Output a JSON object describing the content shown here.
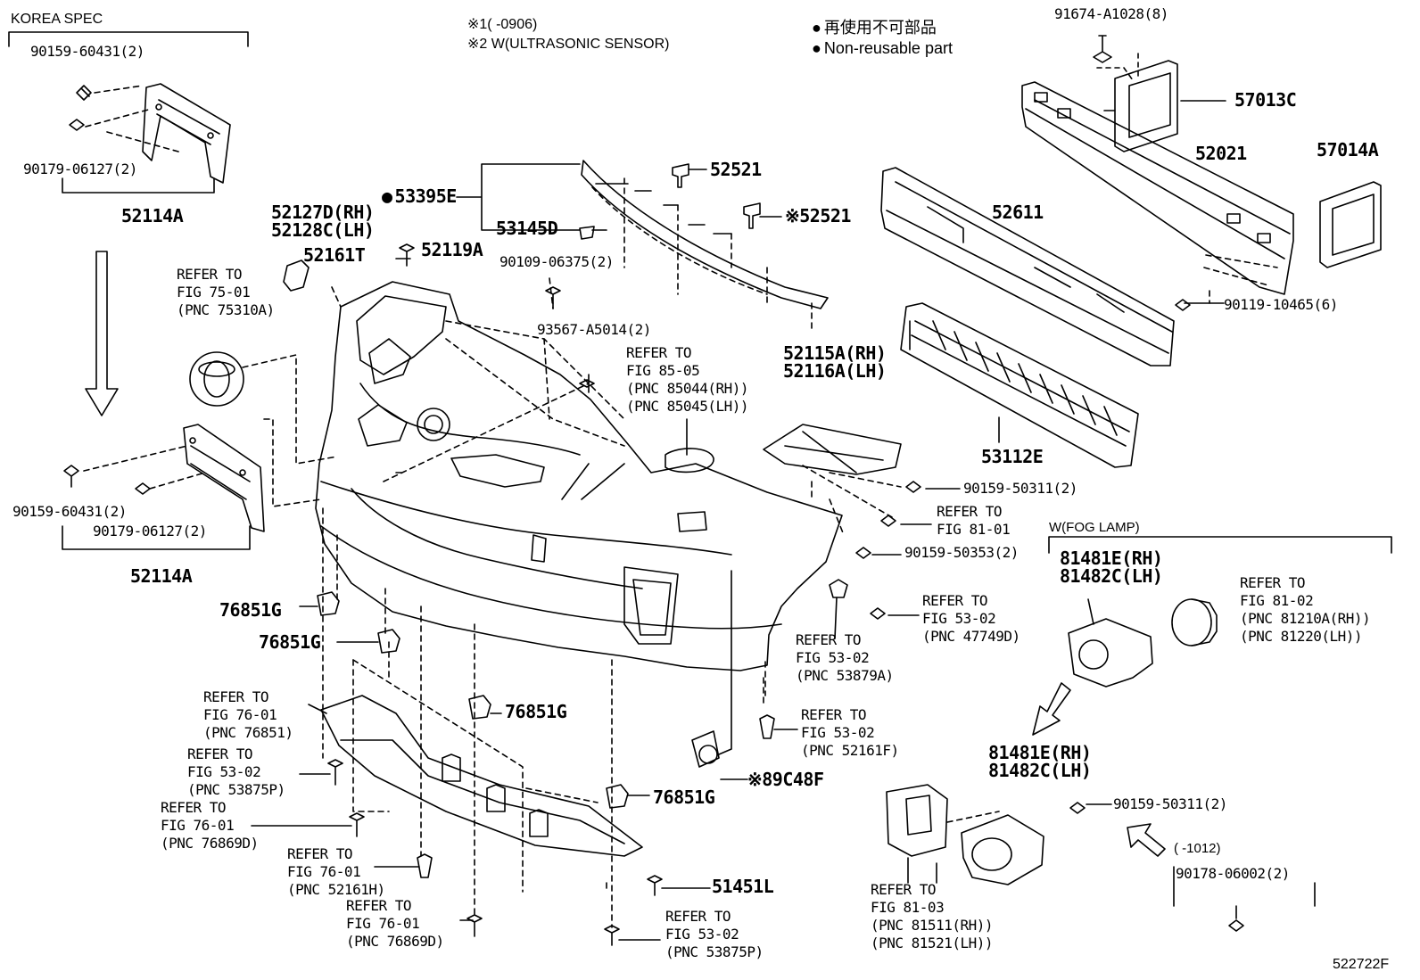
{
  "labels": {
    "korea_spec": "KOREA SPEC",
    "note1": "※1(      -0906)",
    "note2": "※2 W(ULTRASONIC SENSOR)",
    "legend_jp": "再使用不可部品",
    "legend_en": "Non-reusable part",
    "p91674": "91674-A1028(8)",
    "p57013c": "57013C",
    "p52021": "52021",
    "p57014a": "57014A",
    "p90159_60431_top": "90159-60431(2)",
    "p90179_06127_top": "90179-06127(2)",
    "p52114a_top": "52114A",
    "p52521_a": "52521",
    "p53395e": "53395E",
    "p53145d": "53145D",
    "p52521_b": "52521",
    "p52611": "52611",
    "p52127d": "52127D(RH)",
    "p52128c": "52128C(LH)",
    "p52161t": "52161T",
    "p52119a": "52119A",
    "p90109": "90109-06375(2)",
    "p90119": "90119-10465(6)",
    "ref_75_01": [
      "REFER TO",
      "FIG 75-01",
      "(PNC 75310A)"
    ],
    "p93567": "93567-A5014(2)",
    "ref_85_05": [
      "REFER TO",
      "FIG 85-05",
      "(PNC 85044(RH))",
      "(PNC 85045(LH))"
    ],
    "p52115a": "52115A(RH)",
    "p52116a": "52116A(LH)",
    "p53112e": "53112E",
    "p90159_50311_a": "90159-50311(2)",
    "ref_81_01": [
      "REFER TO",
      "FIG 81-01"
    ],
    "p90159_60431_mid": "90159-60431(2)",
    "p90179_06127_mid": "90179-06127(2)",
    "p52114a_mid": "52114A",
    "p90159_50353": "90159-50353(2)",
    "fog_lamp": "W(FOG LAMP)",
    "p81481e_a": "81481E(RH)",
    "p81482c_a": "81482C(LH)",
    "ref_81_02": [
      "REFER TO",
      "FIG 81-02",
      "(PNC 81210A(RH))",
      "(PNC 81220(LH))"
    ],
    "ref_53_02_47749d": [
      "REFER TO",
      "FIG 53-02",
      "(PNC 47749D)"
    ],
    "ref_53_02_53879a": [
      "REFER TO",
      "FIG 53-02",
      "(PNC 53879A)"
    ],
    "p76851g_1": "76851G",
    "p76851g_2": "76851G",
    "p76851g_3": "76851G",
    "p76851g_4": "76851G",
    "ref_76_01_76851": [
      "REFER TO",
      "FIG 76-01",
      "(PNC 76851)"
    ],
    "ref_53_02_53875p_left": [
      "REFER TO",
      "FIG 53-02",
      "(PNC 53875P)"
    ],
    "ref_53_02_52161f": [
      "REFER TO",
      "FIG 53-02",
      "(PNC 52161F)"
    ],
    "p89c48f": "89C48F",
    "p81481e_b": "81481E(RH)",
    "p81482c_b": "81482C(LH)",
    "p90159_50311_b": "90159-50311(2)",
    "ref_76_01_76869d_a": [
      "REFER TO",
      "FIG 76-01",
      "(PNC 76869D)"
    ],
    "ref_76_01_52161h": [
      "REFER TO",
      "FIG 76-01",
      "(PNC 52161H)"
    ],
    "p51451l": "51451L",
    "note_1012": "(      -1012)",
    "p90178": "90178-06002(2)",
    "ref_76_01_76869d_b": [
      "REFER TO",
      "FIG 76-01",
      "(PNC 76869D)"
    ],
    "ref_53_02_53875p_bottom": [
      "REFER TO",
      "FIG 53-02",
      "(PNC 53875P)"
    ],
    "ref_81_03": [
      "REFER TO",
      "FIG 81-03",
      "(PNC 81511(RH))",
      "(PNC 81521(LH))"
    ],
    "diagram_code": "522722F"
  }
}
